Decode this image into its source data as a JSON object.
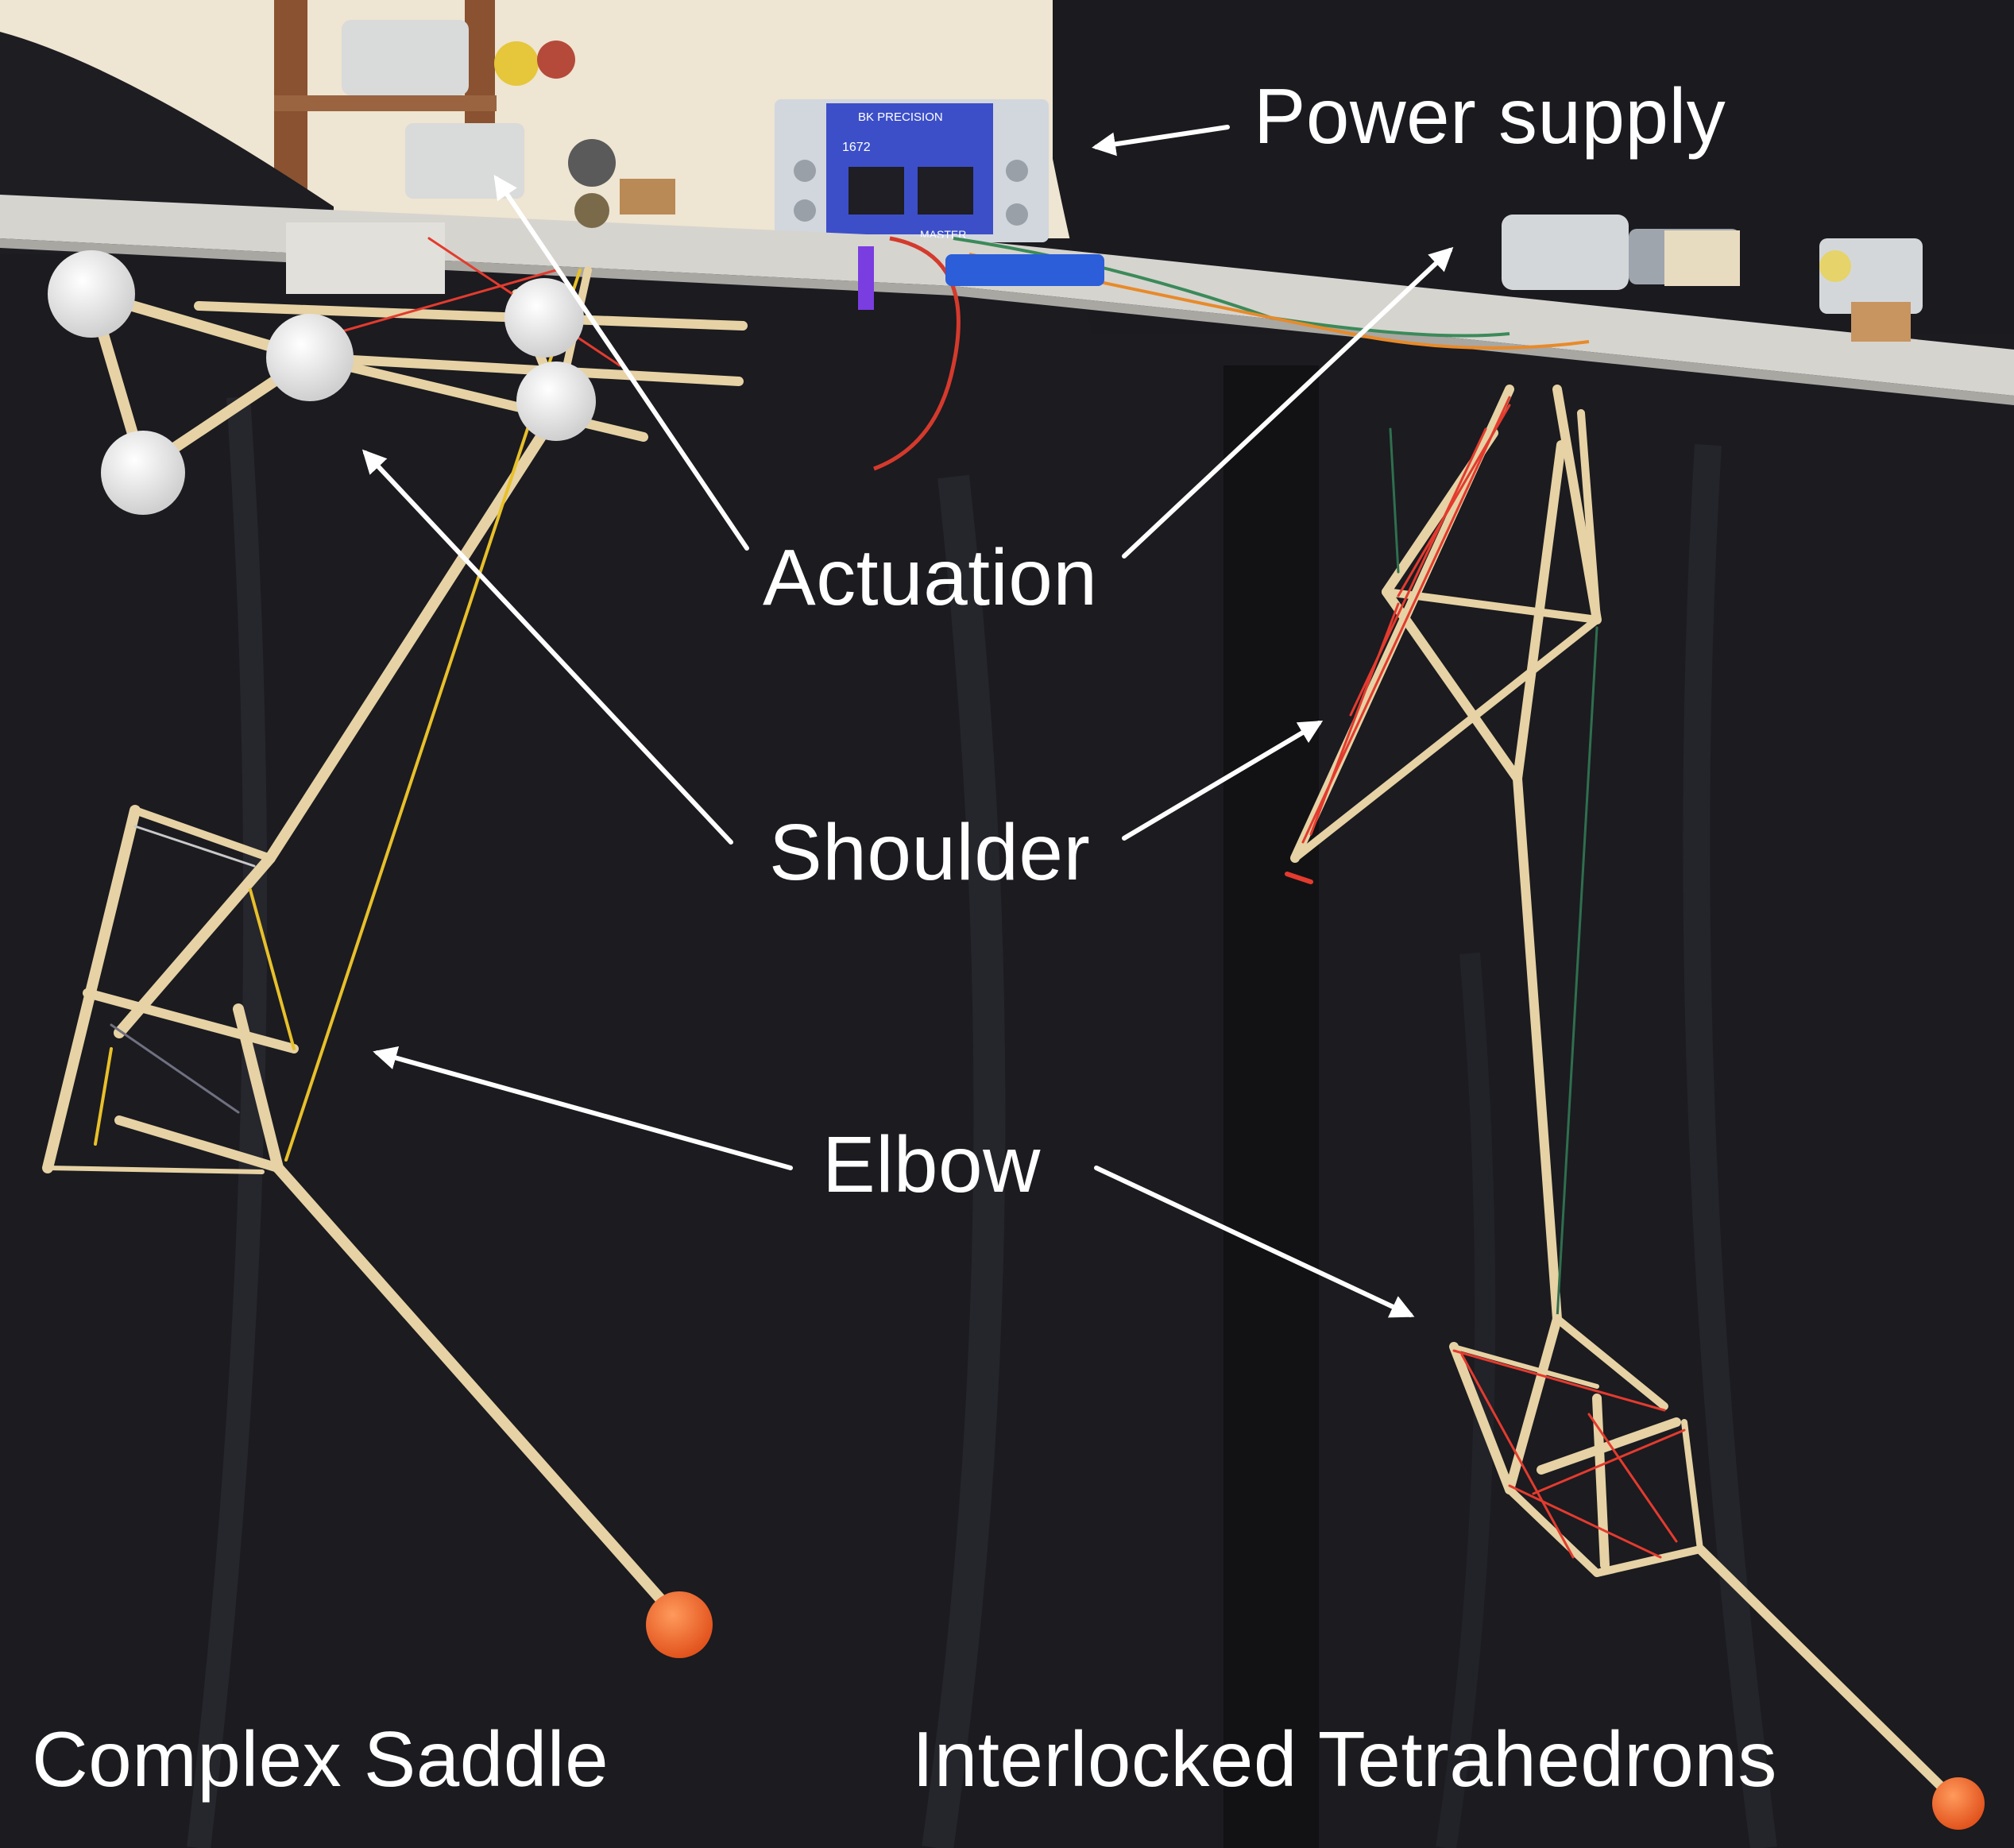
{
  "labels": {
    "power_supply": "Power supply",
    "actuation": "Actuation",
    "shoulder": "Shoulder",
    "elbow": "Elbow",
    "complex_saddle": "Complex Saddle",
    "interlocked_tetrahedrons": "Interlocked Tetrahedrons"
  },
  "device_text": {
    "brand": "BK PRECISION",
    "model": "1672",
    "master": "MASTER"
  },
  "colors": {
    "backdrop": "#1b1b20",
    "wall": "#eee5d2",
    "dowel": "#e6d2a4",
    "rail": "#d6d4cf",
    "annotation": "#ffffff",
    "red_string": "#e33b2e",
    "yellow_string": "#e8c02a",
    "green_string": "#2f6f4e",
    "end_ball": "#f26a2a",
    "power_supply_panel": "#3c4fc8"
  }
}
